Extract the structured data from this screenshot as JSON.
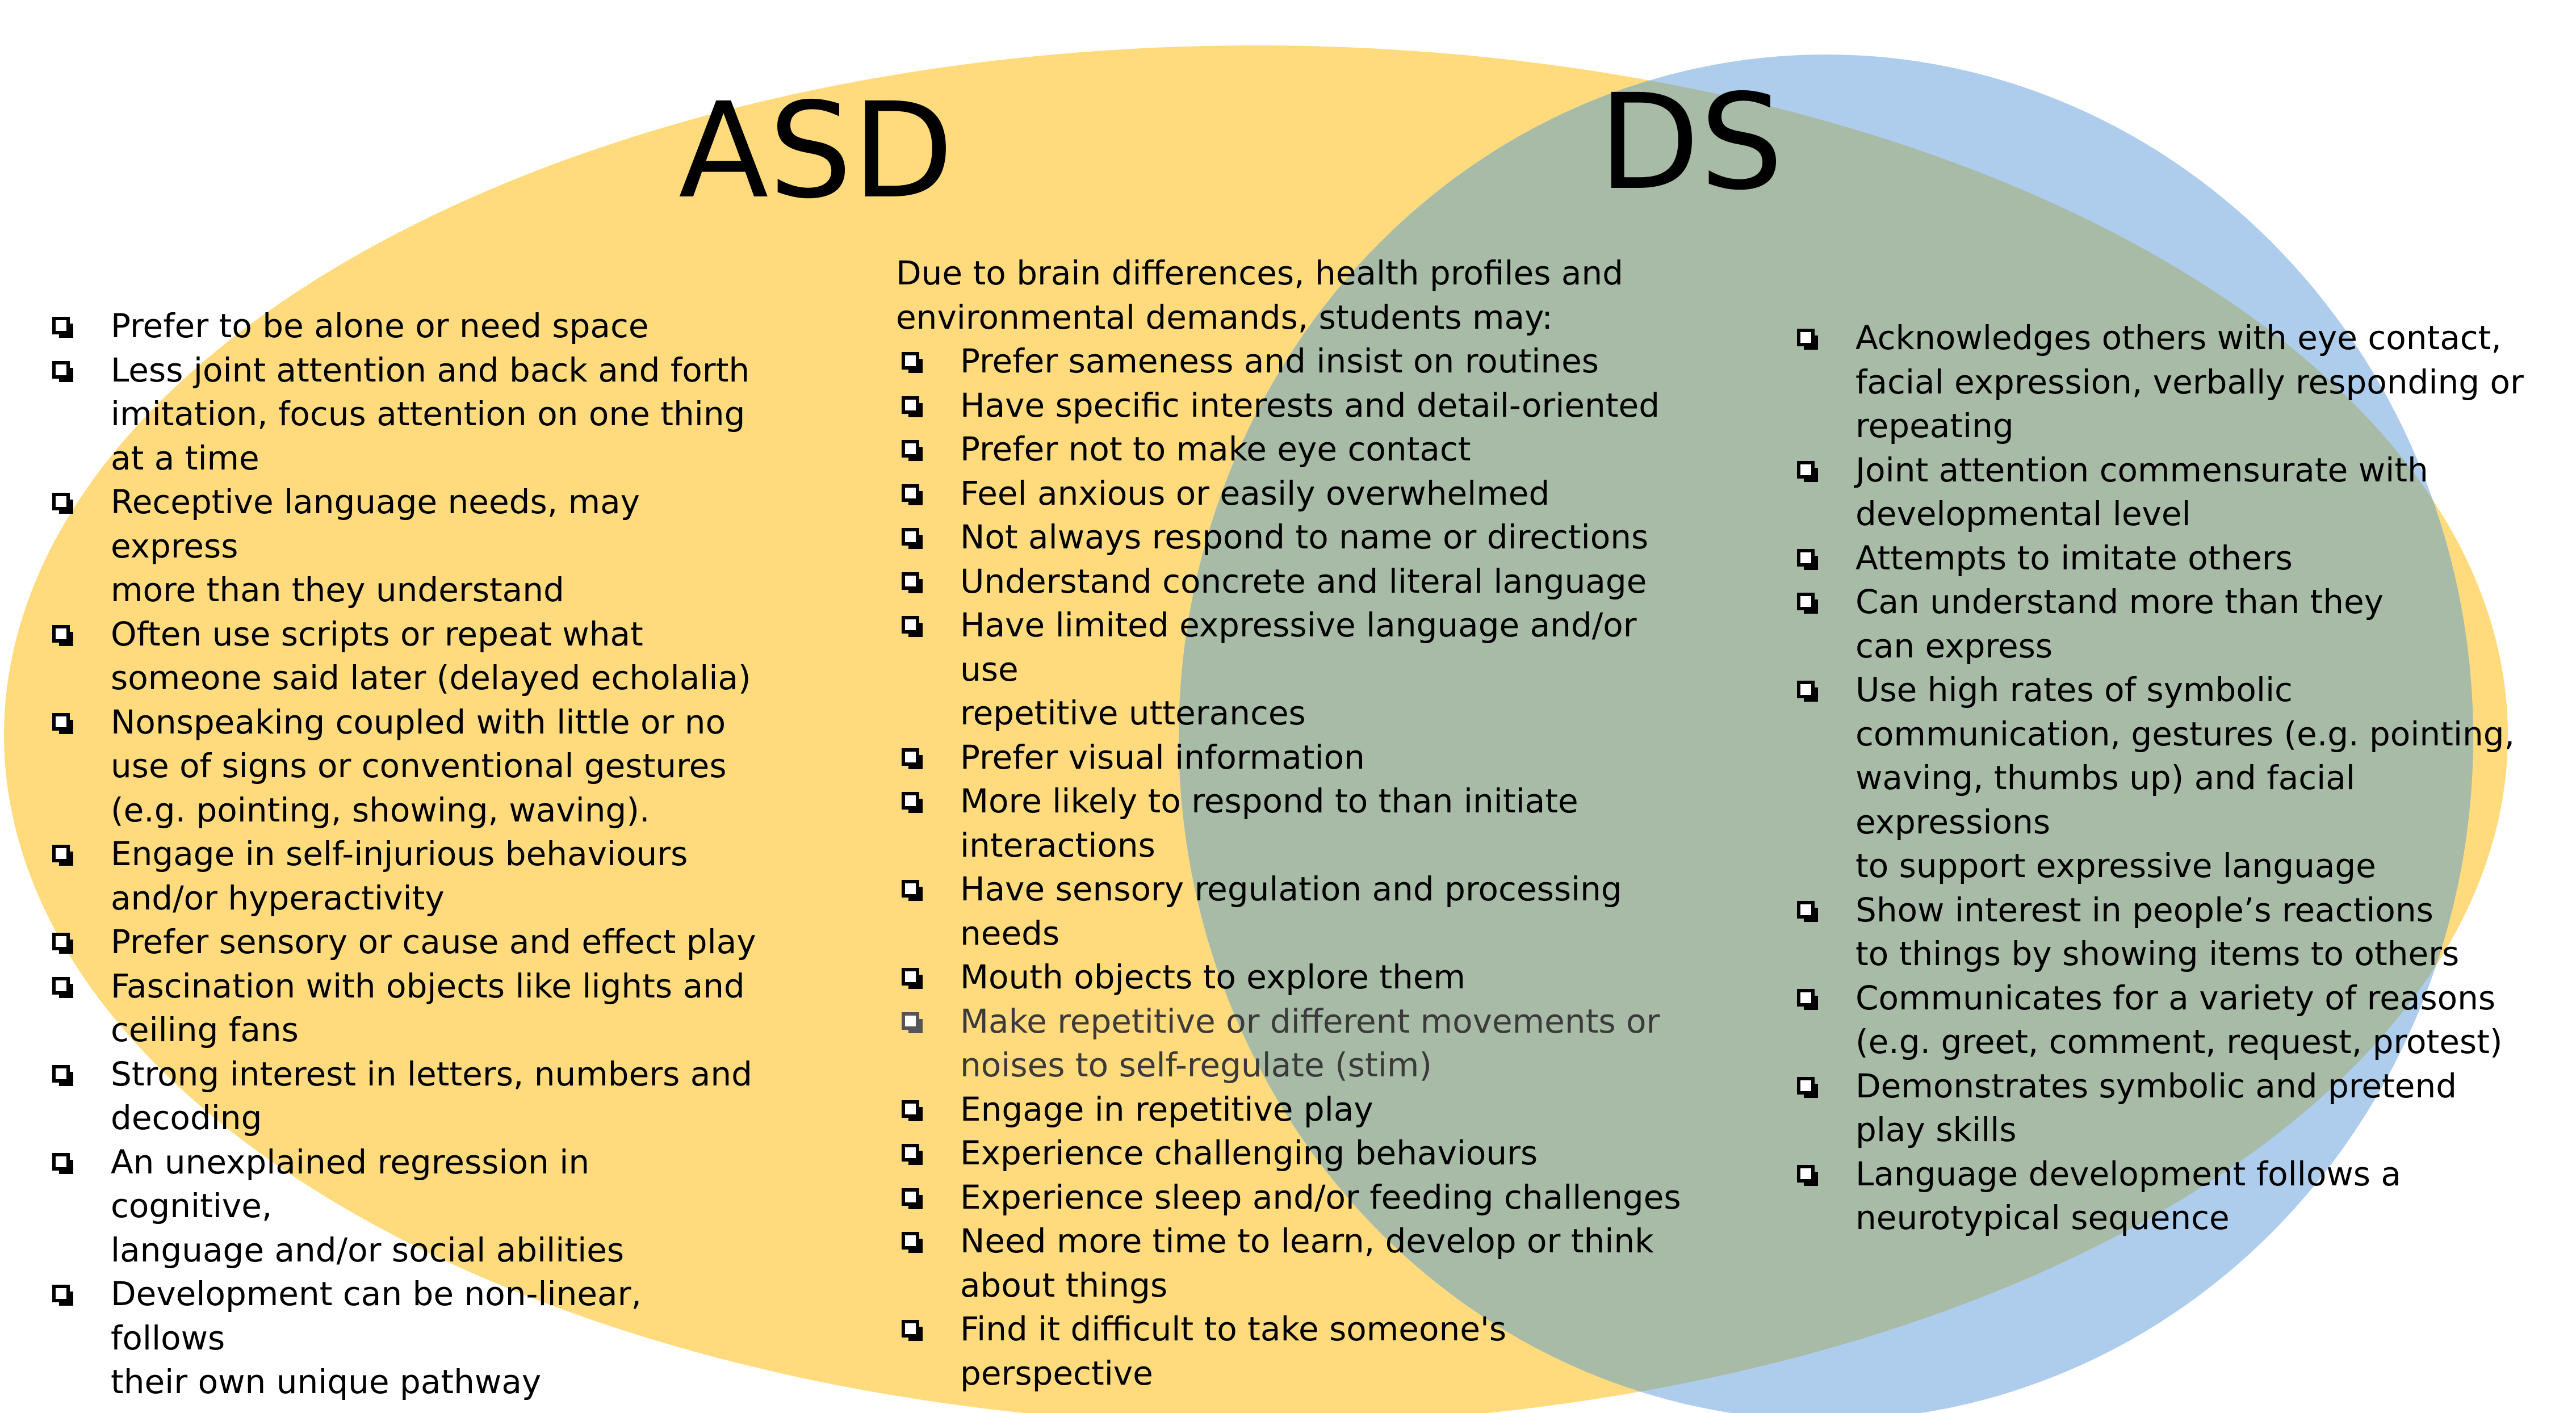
{
  "colors": {
    "asd_circle": "#FFDB7E",
    "ds_circle": "#AECDEC",
    "overlap": "#A8BBA7",
    "text": "#000000"
  },
  "asd": {
    "title": "ASD",
    "items": [
      "Prefer to be alone or need space",
      "Less joint attention and back and forth\nimitation, focus attention on one thing\nat a time",
      "Receptive language needs, may express\nmore than they understand",
      "Often use scripts or repeat what\nsomeone said later (delayed echolalia)",
      "Nonspeaking coupled with little or no\nuse of signs or conventional gestures\n(e.g. pointing, showing, waving).",
      "Engage in self-injurious behaviours\nand/or hyperactivity",
      "Prefer sensory or cause and effect play",
      "Fascination with objects like lights and\nceiling fans",
      "Strong interest in letters, numbers and\ndecoding",
      "An unexplained regression in cognitive,\nlanguage and/or social abilities",
      "Development can be non-linear, follows\ntheir own unique pathway"
    ]
  },
  "shared": {
    "intro": "Due to brain differences, health profiles and\nenvironmental demands, students may:",
    "items": [
      "Prefer sameness and insist on routines",
      "Have specific interests and detail-oriented",
      "Prefer not to make eye contact",
      "Feel anxious or easily overwhelmed",
      "Not always respond to name or directions",
      "Understand concrete and literal language",
      "Have limited expressive language and/or use\nrepetitive utterances",
      "Prefer visual information",
      "More likely to respond to than initiate\ninteractions",
      "Have sensory regulation and processing needs",
      "Mouth objects to explore them",
      "Make repetitive or different movements or\nnoises to self-regulate (stim)",
      "Engage in repetitive play",
      "Experience challenging behaviours",
      "Experience sleep and/or feeding challenges",
      "Need more time to learn, develop or think\nabout things",
      "Find it difficult to take someone's perspective"
    ]
  },
  "ds": {
    "title": "DS",
    "items": [
      "Acknowledges others with eye contact,\nfacial expression, verbally responding or\nrepeating",
      "Joint attention commensurate with\ndevelopmental level",
      "Attempts to imitate others",
      "Can understand more than they\ncan express",
      "Use high rates of symbolic\ncommunication, gestures (e.g. pointing,\nwaving, thumbs up) and facial expressions\nto support expressive language",
      "Show interest in people’s reactions\nto things by showing items to others",
      "Communicates for a variety of reasons\n(e.g. greet, comment, request, protest)",
      "Demonstrates symbolic and pretend\nplay skills",
      "Language development follows a\nneurotypical sequence"
    ]
  }
}
